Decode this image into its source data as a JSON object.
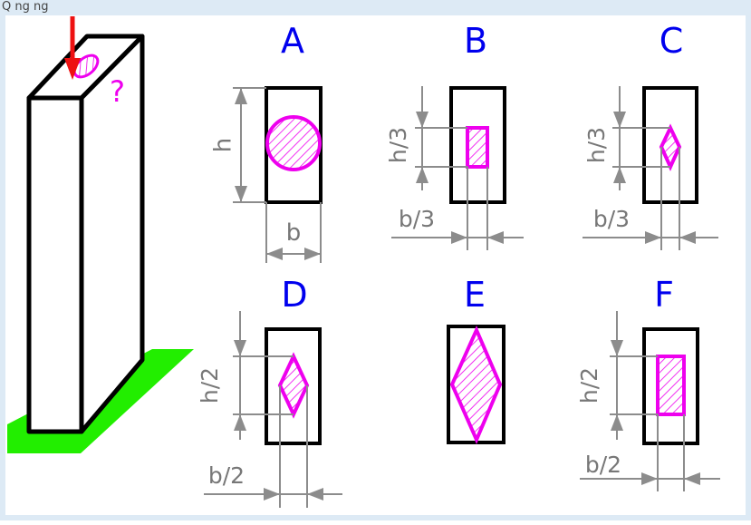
{
  "header": {
    "text": "Q ng ng"
  },
  "figure": {
    "question_mark": "?",
    "colors": {
      "frame": "#ddeaf5",
      "ground": "#22ee00",
      "arrow": "#ee1111",
      "core": "#ee00ee",
      "letter": "#0000ee",
      "dim": "#8c8c8c",
      "label": "#777777"
    }
  },
  "options": [
    {
      "letter": "A",
      "shape": "circle"
    },
    {
      "letter": "B",
      "shape": "rectangle",
      "h_label": "h/3",
      "b_label": "b/3"
    },
    {
      "letter": "C",
      "shape": "diamond",
      "h_label": "h/3",
      "b_label": "b/3"
    },
    {
      "letter": "D",
      "shape": "diamond",
      "h_label": "h/2",
      "b_label": "b/2"
    },
    {
      "letter": "E",
      "shape": "diamond"
    },
    {
      "letter": "F",
      "shape": "rectangle",
      "h_label": "h/2",
      "b_label": "b/2"
    }
  ],
  "dimensions_A": {
    "height_label": "h",
    "width_label": "b"
  }
}
